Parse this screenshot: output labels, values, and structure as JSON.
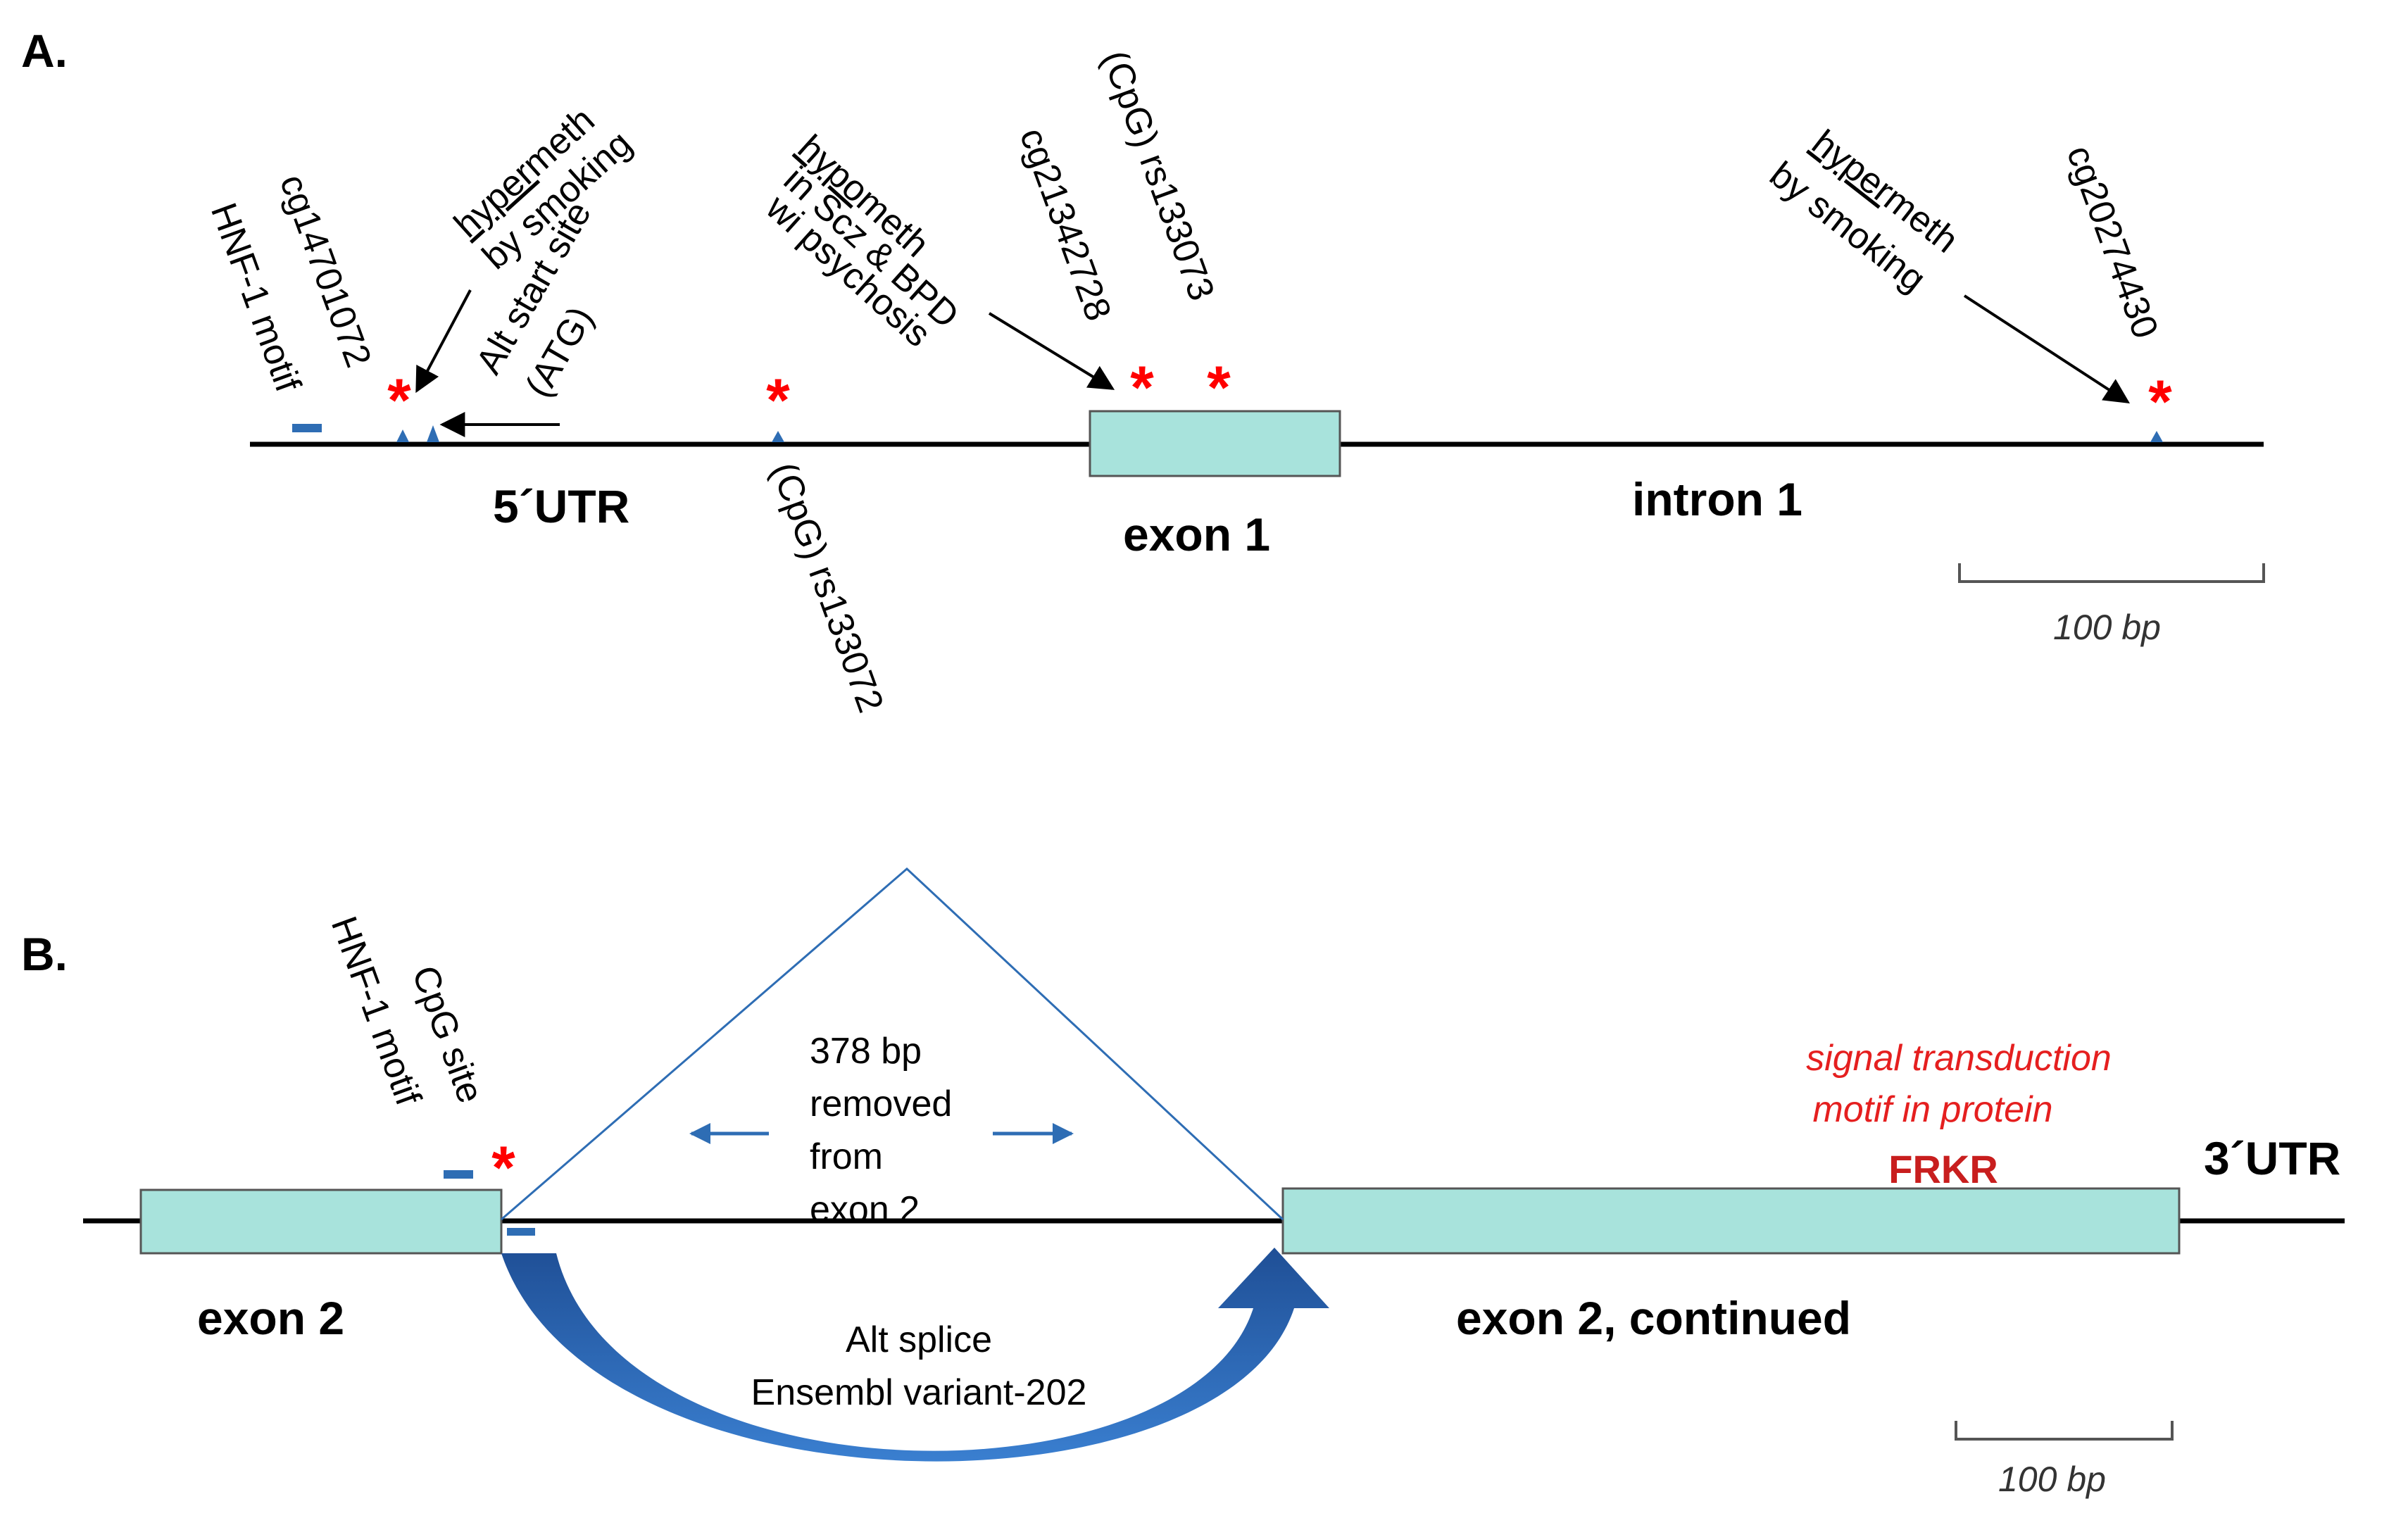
{
  "panel_a": {
    "label": "A.",
    "labels": {
      "hnf1_motif": "HNF-1 motif",
      "cg14701072": "cg14701072",
      "hyper_a_part1": "hyper",
      "hyper_a_part2": "meth",
      "hyper_a_line2": "by smoking",
      "alt_start_line1": "Alt start site",
      "alt_start_line2": "(ATG)",
      "hypo_part1": "hypo",
      "hypo_part2": "meth",
      "hypo_line2": "in Scz & BPD",
      "hypo_line3": "wi psychosis",
      "cg21342728": "cg21342728",
      "rs133073": "(CpG) rs133073",
      "rs133072": "(CpG) rs133072",
      "hyper_b_part1": "hyper",
      "hyper_b_part2": "meth",
      "hyper_b_line2": "by smoking",
      "cg20274430": "cg20274430"
    },
    "regions": {
      "utr5": "5´UTR",
      "exon1": "exon 1",
      "intron1": "intron 1"
    },
    "scale_bar": "100 bp",
    "colors": {
      "exon": "#a8e3dc",
      "marker": "#2e6db4",
      "star": "#ff0000"
    }
  },
  "panel_b": {
    "label": "B.",
    "labels": {
      "hnf1_motif": "HNF-1 motif",
      "cpg_site": "CpG site",
      "removed_line1": "378 bp",
      "removed_line2": "removed",
      "removed_line3": "from",
      "removed_line4": "exon 2",
      "alt_splice_line1": "Alt splice",
      "alt_splice_line2": "Ensembl variant-202",
      "signal_line1": "signal transduction",
      "signal_line2": "motif in protein",
      "frkr": "FRKR"
    },
    "regions": {
      "exon2": "exon 2",
      "exon2_cont": "exon 2, continued",
      "utr3": "3´UTR"
    },
    "scale_bar": "100 bp",
    "colors": {
      "exon": "#a8e3dc",
      "splice_arrow": "#1f5fae",
      "signal": "#e51f1f"
    }
  },
  "star_glyph": "*"
}
